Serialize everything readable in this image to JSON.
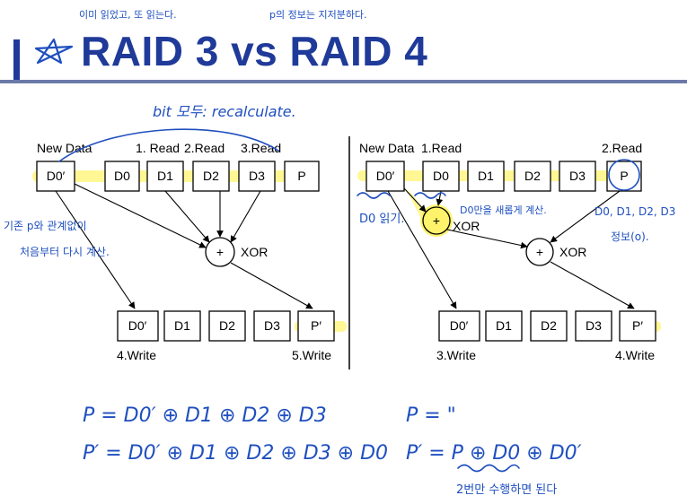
{
  "slide": {
    "title": "RAID 3 vs RAID 4"
  },
  "left": {
    "new_data_label": "New Data",
    "read1": "1. Read",
    "read2": "2.Read",
    "read3": "3.Read",
    "top_blocks": [
      "D0′",
      "D0",
      "D1",
      "D2",
      "D3",
      "P"
    ],
    "xor_symbol": "+",
    "xor_label": "XOR",
    "bottom_blocks": [
      "D0′",
      "D1",
      "D2",
      "D3",
      "P′"
    ],
    "write4": "4.Write",
    "write5": "5.Write"
  },
  "right": {
    "new_data_label": "New Data",
    "read1": "1.Read",
    "read2": "2.Read",
    "top_blocks": [
      "D0′",
      "D0",
      "D1",
      "D2",
      "D3",
      "P"
    ],
    "xor1_symbol": "+",
    "xor1_label": "XOR",
    "xor2_symbol": "+",
    "xor2_label": "XOR",
    "bottom_blocks": [
      "D0′",
      "D1",
      "D2",
      "D3",
      "P′"
    ],
    "write3": "3.Write",
    "write4": "4.Write"
  },
  "handwriting": {
    "top_note_1": "이미 읽었고, 또 읽는다.",
    "top_note_2": "p의 정보는 지저분하다.",
    "left_top_note": "bit 모두: recalculate.",
    "left_side_note_1": "기존 p와 관계없이",
    "left_side_note_2": "처음부터 다시 계산.",
    "right_d0_note": "D0 읽기.",
    "right_d0_note2": "D0만을 새롭게 계산.",
    "right_p_note_1": "D0, D1, D2, D3",
    "right_p_note_2": "정보(o).",
    "formula_left_1": "P = D0′ ⊕ D1 ⊕ D2 ⊕ D3",
    "formula_left_2": "P′ = D0′ ⊕ D1 ⊕ D2 ⊕ D3 ⊕ D0",
    "formula_right_1": "P =  \"",
    "formula_right_2": "P′ = P ⊕ D0 ⊕ D0′",
    "formula_right_note": "2번만 수행하면 된다"
  }
}
